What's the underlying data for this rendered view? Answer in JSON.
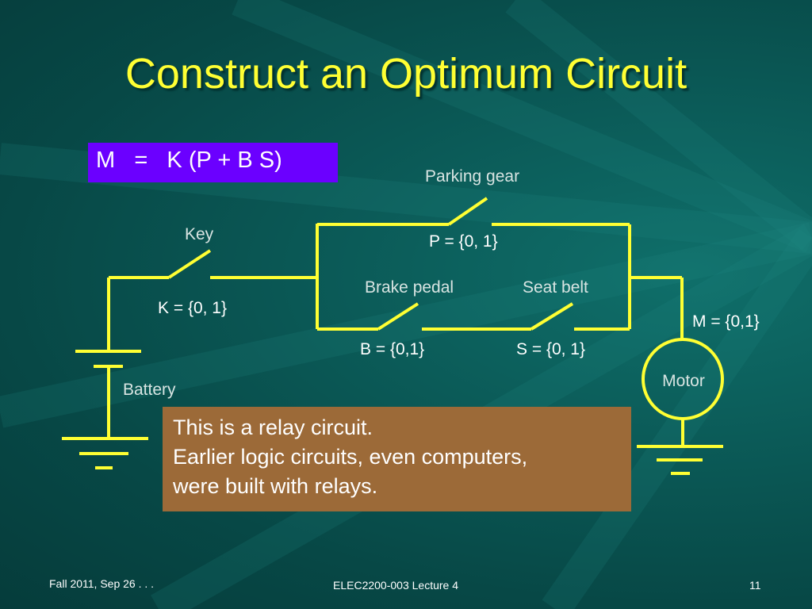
{
  "slide": {
    "title": "Construct an Optimum Circuit",
    "equation": "M   =   K (P + B S)"
  },
  "labels": {
    "parking_gear": "Parking gear",
    "p_value": "P = {0, 1}",
    "key": "Key",
    "k_value": "K = {0, 1}",
    "brake_pedal": "Brake pedal",
    "seat_belt": "Seat belt",
    "b_value": "B = {0,1}",
    "s_value": "S = {0, 1}",
    "m_value": "M = {0,1}",
    "motor": "Motor",
    "battery": "Battery"
  },
  "note": {
    "line1": "This is a relay circuit.",
    "line2": "Earlier logic circuits, even computers,",
    "line3": "were built with relays."
  },
  "footer": {
    "date": "Fall 2011, Sep 26 . . .",
    "course": "ELEC2200-003 Lecture 4",
    "page": "11"
  },
  "colors": {
    "background": "#0b5b58",
    "title": "#ffff33",
    "wire": "#ffff33",
    "equation_box": "#6b00ff",
    "note_box": "#9c6a38"
  }
}
